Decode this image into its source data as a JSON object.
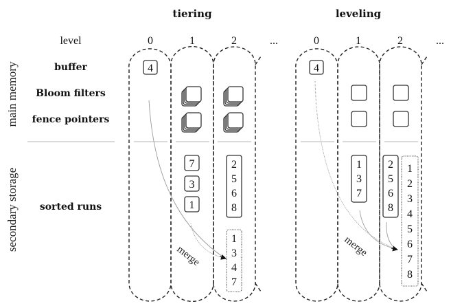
{
  "titles": {
    "tiering": "tiering",
    "leveling": "leveling"
  },
  "side_labels": {
    "main_memory": "main memory",
    "secondary_storage": "secondary storage"
  },
  "row_labels": {
    "level": "level",
    "buffer": "buffer",
    "bloom_filters": "Bloom filters",
    "fence_pointers": "fence pointers",
    "sorted_runs": "sorted runs"
  },
  "tiering": {
    "levels": [
      "0",
      "1",
      "2",
      "..."
    ],
    "buffer": "4",
    "level1_runs": [
      "7",
      "3",
      "1"
    ],
    "level2_run": [
      "2",
      "5",
      "6",
      "8"
    ],
    "merged_run": [
      "1",
      "3",
      "4",
      "7"
    ],
    "merge_label": "merge"
  },
  "leveling": {
    "levels": [
      "0",
      "1",
      "2",
      "..."
    ],
    "buffer": "4",
    "level1_run": [
      "1",
      "3",
      "7"
    ],
    "level2_run": [
      "2",
      "5",
      "6",
      "8"
    ],
    "merged_run": [
      "1",
      "2",
      "3",
      "4",
      "5",
      "6",
      "7",
      "8"
    ],
    "merge_label": "merge"
  }
}
